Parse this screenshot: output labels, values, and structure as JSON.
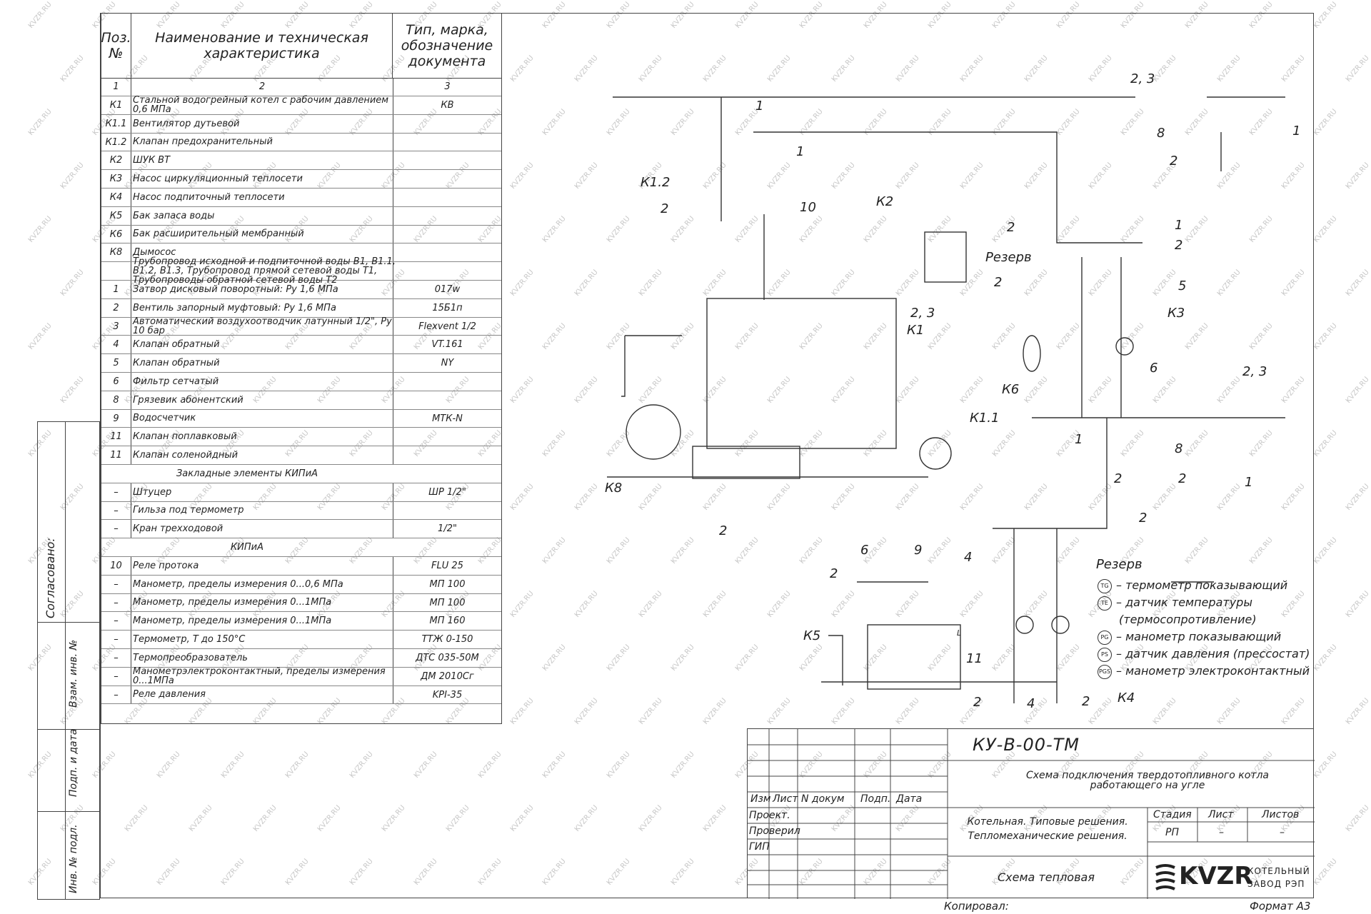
{
  "spec": {
    "header": {
      "pos": "Поз. №",
      "name": "Наименование и техническая характеристика",
      "type": "Тип, марка, обозначение документа"
    },
    "col_numbers": {
      "c1": "1",
      "c2": "2",
      "c3": "3"
    },
    "rows": [
      {
        "pos": "К1",
        "name": "Стальной водогрейный котел с рабочим давлением 0,6 МПа",
        "type": "КВ"
      },
      {
        "pos": "К1.1",
        "name": "Вентилятор дутьевой",
        "type": ""
      },
      {
        "pos": "К1.2",
        "name": "Клапан предохранительный",
        "type": ""
      },
      {
        "pos": "К2",
        "name": "ШУК ВТ",
        "type": ""
      },
      {
        "pos": "К3",
        "name": "Насос циркуляционный теплосети",
        "type": ""
      },
      {
        "pos": "К4",
        "name": "Насос подпиточный теплосети",
        "type": ""
      },
      {
        "pos": "К5",
        "name": "Бак запаса воды",
        "type": ""
      },
      {
        "pos": "К6",
        "name": "Бак расширительный мембранный",
        "type": ""
      },
      {
        "pos": "К8",
        "name": "Дымосос",
        "type": ""
      },
      {
        "pos": "",
        "name": "Трубопровод исходной и подпиточной воды В1, В1.1, В1.2, В1.3, Трубопровод прямой сетевой воды Т1, Трубопроводы обратной сетевой воды Т2",
        "type": ""
      },
      {
        "pos": "1",
        "name": "Затвор дисковый поворотный: Ру 1,6 МПа",
        "type": "017w"
      },
      {
        "pos": "2",
        "name": "Вентиль запорный муфтовый: Ру 1,6 МПа",
        "type": "15Б1п"
      },
      {
        "pos": "3",
        "name": "Автоматический воздухоотводчик латунный 1/2\", Ру 10 бар",
        "type": "Flexvent 1/2"
      },
      {
        "pos": "4",
        "name": "Клапан обратный",
        "type": "VT.161"
      },
      {
        "pos": "5",
        "name": "Клапан обратный",
        "type": "NY"
      },
      {
        "pos": "6",
        "name": "Фильтр сетчатый",
        "type": ""
      },
      {
        "pos": "8",
        "name": "Грязевик абонентский",
        "type": ""
      },
      {
        "pos": "9",
        "name": "Водосчетчик",
        "type": "МТК-N"
      },
      {
        "pos": "11",
        "name": "Клапан поплавковый",
        "type": ""
      },
      {
        "pos": "11",
        "name": "Клапан соленойдный",
        "type": ""
      },
      {
        "pos": "",
        "name": "Закладные элементы КИПиА",
        "type": "",
        "section": true
      },
      {
        "pos": "–",
        "name": "Штуцер",
        "type": "ШР 1/2\""
      },
      {
        "pos": "–",
        "name": "Гильза под термометр",
        "type": ""
      },
      {
        "pos": "–",
        "name": "Кран трехходовой",
        "type": "1/2\""
      },
      {
        "pos": "",
        "name": "КИПиА",
        "type": "",
        "section": true
      },
      {
        "pos": "10",
        "name": "Реле протока",
        "type": "FLU 25"
      },
      {
        "pos": "–",
        "name": "Манометр, пределы измерения 0...0,6 МПа",
        "type": "МП 100"
      },
      {
        "pos": "–",
        "name": "Манометр, пределы измерения 0...1МПа",
        "type": "МП 100"
      },
      {
        "pos": "–",
        "name": "Манометр, пределы измерения 0...1МПа",
        "type": "МП 160"
      },
      {
        "pos": "–",
        "name": "Термометр, Т до 150°С",
        "type": "ТТЖ 0-150"
      },
      {
        "pos": "–",
        "name": "Термопреобразователь",
        "type": "ДТС 035-50М"
      },
      {
        "pos": "–",
        "name": "Манометрэлектроконтактный, пределы измерения 0...1МПа",
        "type": "ДМ 2010Сг"
      },
      {
        "pos": "–",
        "name": "Реле давления",
        "type": "KPI-35"
      }
    ]
  },
  "side": {
    "agreed": "Согласовано:",
    "inv_vzam": "Взам. инв. №",
    "sign_date": "Подп. и дата",
    "inv_podl": "Инв. № подл."
  },
  "stamp": {
    "code": "КУ-В-00-ТМ",
    "title": "Схема подключения твердотопливного котла работающего на угле",
    "cols": {
      "izm": "Изм",
      "list": "Лист",
      "ndoc": "N докум",
      "podp": "Подп.",
      "data": "Дата"
    },
    "roles": [
      "Проект.",
      "Проверил",
      "ГИП"
    ],
    "project": "Котельная. Типовые решения. Тепломеханические решения.",
    "stage_h": "Стадия",
    "sheet_h": "Лист",
    "sheets_h": "Листов",
    "stage": "РП",
    "sheet": "–",
    "sheets": "–",
    "sheet_name": "Схема тепловая",
    "logo": "KVZR",
    "logo_sub1": "КОТЕЛЬНЫЙ",
    "logo_sub2": "ЗАВОД РЭП",
    "copied": "Копировал:",
    "format": "Формат А3"
  },
  "legend": {
    "title": "Резерв",
    "items": [
      {
        "code": "TG",
        "text": "– термометр показывающий"
      },
      {
        "code": "TE",
        "text": "– датчик температуры"
      },
      {
        "code": "",
        "text": "(термосопротивление)"
      },
      {
        "code": "PG",
        "text": "– манометр показывающий"
      },
      {
        "code": "PS",
        "text": "– датчик давления (прессостат)"
      },
      {
        "code": "PGS",
        "text": "– манометр электроконтактный"
      }
    ]
  },
  "tags": {
    "t1": "1",
    "t2": "1",
    "t3": "К1.2",
    "t4": "2",
    "t5": "10",
    "t6": "К2",
    "t7": "2, 3",
    "t8": "К1",
    "t9": "К1.1",
    "t10": "К8",
    "t11": "2",
    "t12": "2, 3",
    "t13": "8",
    "t14": "1",
    "t15": "2",
    "t16": "2",
    "t17": "Резерв",
    "t18": "2",
    "t19": "1",
    "t20": "2",
    "t21": "5",
    "t22": "К3",
    "t23": "К6",
    "t24": "6",
    "t25": "2, 3",
    "t26": "1",
    "t27": "8",
    "t28": "2",
    "t29": "2",
    "t30": "1",
    "t31": "2",
    "t32": "6",
    "t33": "9",
    "t34": "4",
    "t35": "2",
    "t36": "К5",
    "t37": "11",
    "t38": "2",
    "t39": "4",
    "t40": "2",
    "t41": "К4",
    "t42": "L"
  },
  "watermark": "KVZR.RU"
}
